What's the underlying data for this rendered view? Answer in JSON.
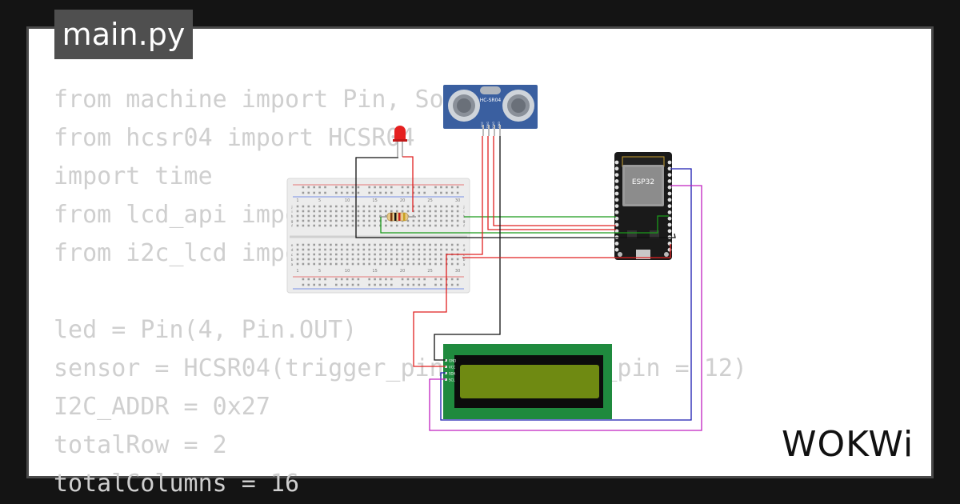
{
  "file_tab": {
    "filename": "main.py"
  },
  "code": {
    "lines": [
      "from machine import Pin, SoftI2C",
      "from hcsr04 import HCSR04",
      "import time",
      "from lcd_api import LcdApi",
      "from i2c_lcd import I2cLcd",
      "",
      "led = Pin(4, Pin.OUT)",
      "sensor = HCSR04(trigger_pin = 13, echo_pin = 12)",
      "I2C_ADDR = 0x27",
      "totalRow = 2",
      "totalColumns = 16"
    ]
  },
  "circuit": {
    "ultrasonic_label": "HC-SR04",
    "ultrasonic_pins": [
      "VCC",
      "TRIG",
      "ECHO",
      "GND"
    ],
    "mcu_label": "ESP32",
    "lcd_pins": [
      "GND",
      "VCC",
      "SDA",
      "SCL"
    ],
    "breadboard_numbers": [
      "1",
      "5",
      "10",
      "15",
      "20",
      "25",
      "30"
    ],
    "breadboard_rows_top": [
      "j",
      "i",
      "h",
      "g",
      "f"
    ],
    "breadboard_rows_bottom": [
      "e",
      "d",
      "c",
      "b",
      "a"
    ]
  },
  "colors": {
    "background": "#141414",
    "panel": "#ffffff",
    "tab": "#4f4f4f",
    "code_text": "#cfcfcf",
    "wire_red": "#e02020",
    "wire_black": "#111111",
    "wire_green": "#1a9a1a",
    "wire_blue": "#1a1ab0",
    "wire_magenta": "#c020c0"
  },
  "logo": {
    "text": "WOKWi"
  }
}
